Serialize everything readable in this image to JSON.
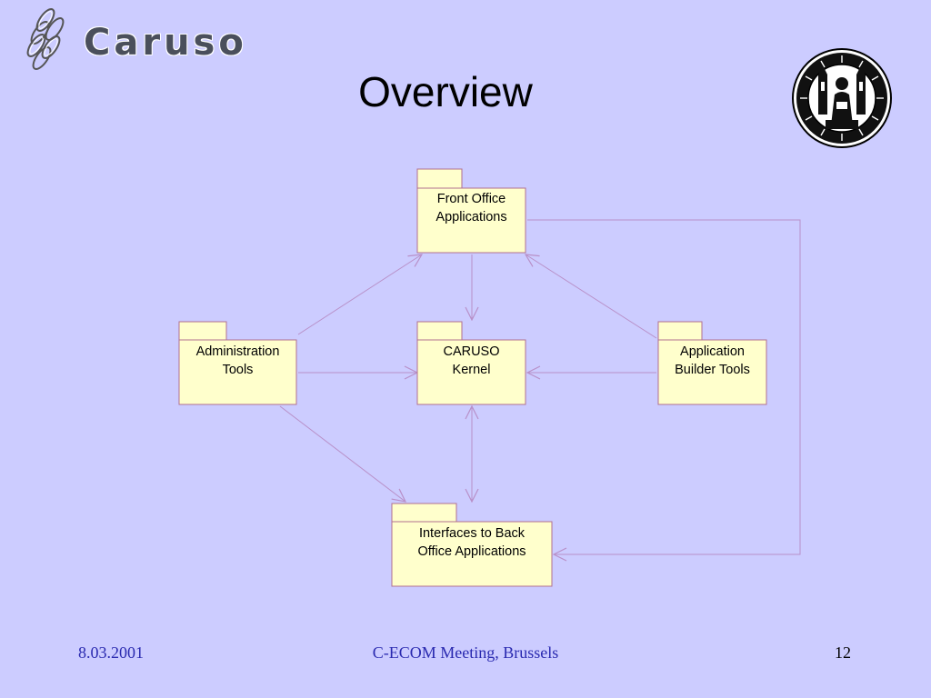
{
  "slide": {
    "title": "Overview",
    "logo_text": "Caruso"
  },
  "packages": {
    "front_office": {
      "line1": "Front Office",
      "line2": "Applications"
    },
    "admin_tools": {
      "line1": "Administration",
      "line2": "Tools"
    },
    "caruso_kernel": {
      "line1": "CARUSO",
      "line2": "Kernel"
    },
    "app_builder": {
      "line1": "Application",
      "line2": "Builder Tools"
    },
    "interfaces": {
      "line1": "Interfaces to Back",
      "line2": "Office Applications"
    }
  },
  "footer": {
    "date": "8.03.2001",
    "event": "C-ECOM Meeting, Brussels",
    "page_number": "12"
  },
  "colors": {
    "background": "#ccccff",
    "package_fill": "#ffffcc",
    "package_border": "#b07090",
    "connector": "#b890c8",
    "footer_text": "#2a2ab0"
  }
}
